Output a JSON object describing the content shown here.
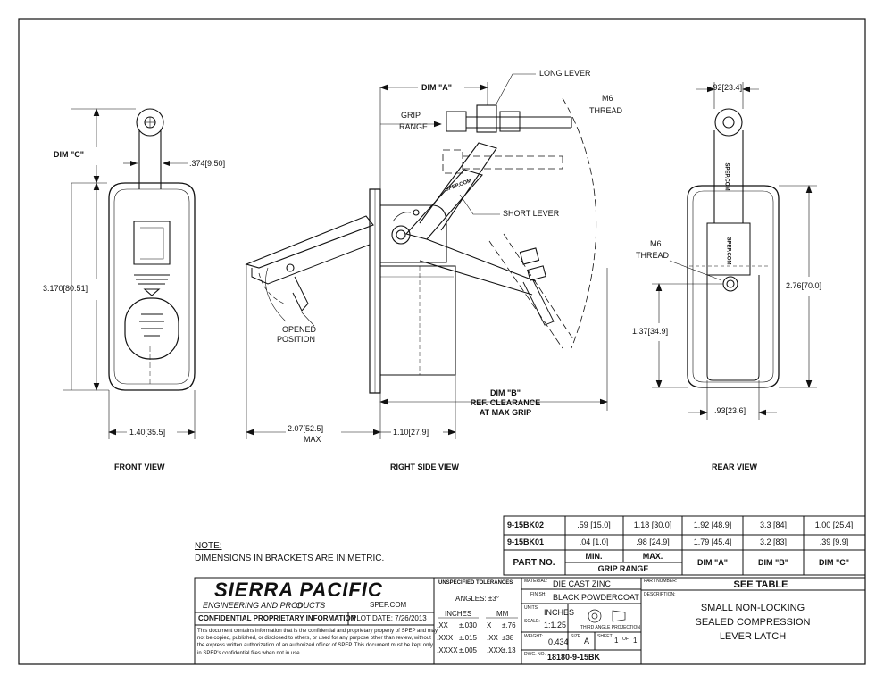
{
  "views": {
    "front": {
      "title": "FRONT VIEW",
      "dim_c": "DIM \"C\"",
      "lever_width": ".374",
      "lever_width_mm": "9.50",
      "height": "3.170",
      "height_mm": "80.51",
      "width": "1.40",
      "width_mm": "35.5"
    },
    "side": {
      "title": "RIGHT SIDE  VIEW",
      "dim_a": "DIM \"A\"",
      "grip_range": [
        "GRIP",
        "RANGE"
      ],
      "long_lever": "LONG LEVER",
      "m6_thread": [
        "M6",
        "THREAD"
      ],
      "short_lever": "SHORT LEVER",
      "opened_position": [
        "OPENED",
        "POSITION"
      ],
      "dim_b": [
        "DIM \"B\"",
        "REF. CLEARANCE",
        "AT MAX GRIP"
      ],
      "opened_dim": "2.07",
      "opened_dim_mm": "52.5",
      "opened_dim_note": "MAX",
      "depth": "1.10",
      "depth_mm": "27.9",
      "lever_text": "SPEP.COM"
    },
    "rear": {
      "title": "REAR VIEW",
      "top_width": ".92",
      "top_width_mm": "23.4",
      "m6_thread": [
        "M6",
        "THREAD"
      ],
      "height": "2.76",
      "height_mm": "70.0",
      "hole_height": "1.37",
      "hole_height_mm": "34.9",
      "bottom_width": ".93",
      "bottom_width_mm": "23.6",
      "lever_text": "SPEP.COM"
    }
  },
  "dimension_table": {
    "rows": [
      {
        "part": "9-15BK02",
        "min": ".59 [15.0]",
        "max": "1.18 [30.0]",
        "dim_a": "1.92 [48.9]",
        "dim_b": "3.3 [84]",
        "dim_c": "1.00 [25.4]"
      },
      {
        "part": "9-15BK01",
        "min": ".04 [1.0]",
        "max": ".98 [24.9]",
        "dim_a": "1.79 [45.4]",
        "dim_b": "3.2 [83]",
        "dim_c": ".39 [9.9]"
      }
    ],
    "header": {
      "part_no": "PART NO.",
      "min": "MIN.",
      "max": "MAX.",
      "grip_range": "GRIP RANGE",
      "dim_a": "DIM \"A\"",
      "dim_b": "DIM \"B\"",
      "dim_c": "DIM \"C\""
    }
  },
  "note": {
    "heading": "NOTE:",
    "text": "DIMENSIONS IN BRACKETS ARE IN METRIC."
  },
  "title_block": {
    "company": "SIERRA PACIFIC",
    "subtitle": "ENGINEERING AND PRODUCTS",
    "website": "SPEP.COM",
    "confidential_label": "CONFIDENTIAL PROPRIETARY INFORMATION",
    "plot_date": "PLOT DATE: 7/26/2013",
    "confidential_text": "This document contains information that is the confidential and proprietary property of SPEP and may not be copied, published, or disclosed to others, or used for any purpose other than review, without the express written authorization of an authorized officer of SPEP. This document must be kept only in SPEP's confidential files when not in use.",
    "tolerances": {
      "title": "UNSPECIFIED TOLERANCES",
      "angles": "ANGLES: ±3°",
      "inches_label": "INCHES",
      "mm_label": "MM",
      "rows": [
        {
          "in_fmt": ".XX",
          "in_tol": "±.030",
          "mm_fmt": "X",
          "mm_tol": "±.76"
        },
        {
          "in_fmt": ".XXX",
          "in_tol": "±.015",
          "mm_fmt": ".XX",
          "mm_tol": "±38"
        },
        {
          "in_fmt": ".XXXX",
          "in_tol": "±.005",
          "mm_fmt": ".XXX",
          "mm_tol": "±.13"
        }
      ]
    },
    "material_label": "MATERIAL:",
    "material": "DIE CAST ZINC",
    "finish_label": "FINISH:",
    "finish": "BLACK POWDERCOAT",
    "units_label": "UNITS:",
    "units": "INCHES",
    "scale_label": "SCALE:",
    "scale": "1:1.25",
    "projection": "THIRD ANGLE PROJECTION",
    "weight_label": "WEIGHT:",
    "weight": "0.434",
    "size_label": "SIZE",
    "size": "A",
    "sheet_label": "SHEET",
    "sheet": "1",
    "of_label": "OF",
    "sheet_total": "1",
    "dwg_label": "DWG. NO.",
    "dwg_no": "18180-9-15BK",
    "part_number_label": "PART NUMBER:",
    "part_number": "SEE TABLE",
    "description_label": "DESCRIPTION:",
    "description": [
      "SMALL NON-LOCKING",
      "SEALED COMPRESSION",
      "LEVER LATCH"
    ]
  }
}
